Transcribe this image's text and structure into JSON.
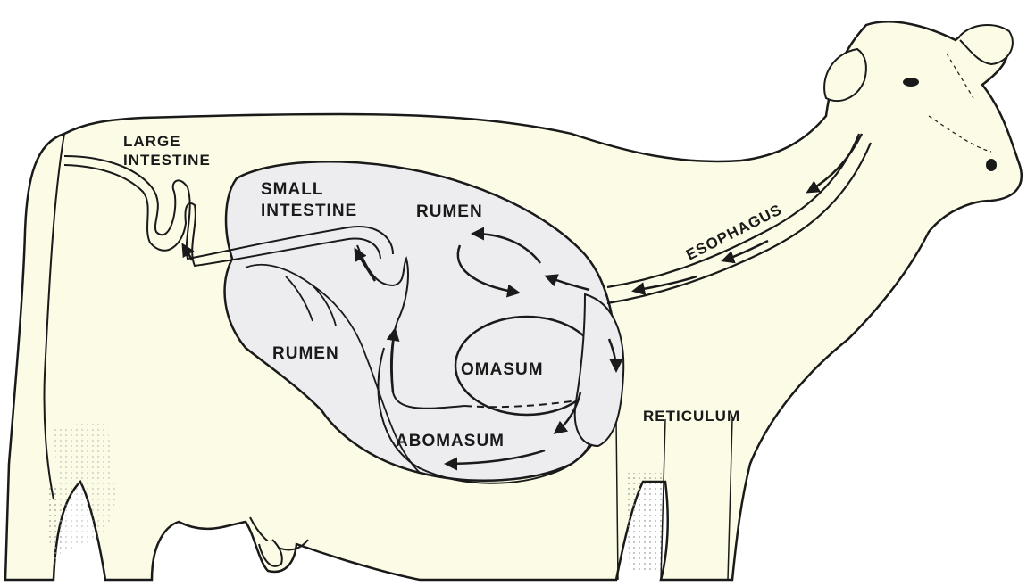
{
  "diagram": {
    "labels": {
      "large_intestine_line1": "LARGE",
      "large_intestine_line2": "INTESTINE",
      "small_intestine_line1": "SMALL",
      "small_intestine_line2": "INTESTINE",
      "rumen_upper": "RUMEN",
      "rumen_lower": "RUMEN",
      "omasum": "OMASUM",
      "abomasum": "ABOMASUM",
      "reticulum": "RETICULUM",
      "esophagus": "ESOPHAGUS"
    },
    "colors": {
      "body_fill": "#fbfbe6",
      "organ_fill": "#ededf0",
      "outline": "#1a1a1a"
    }
  }
}
